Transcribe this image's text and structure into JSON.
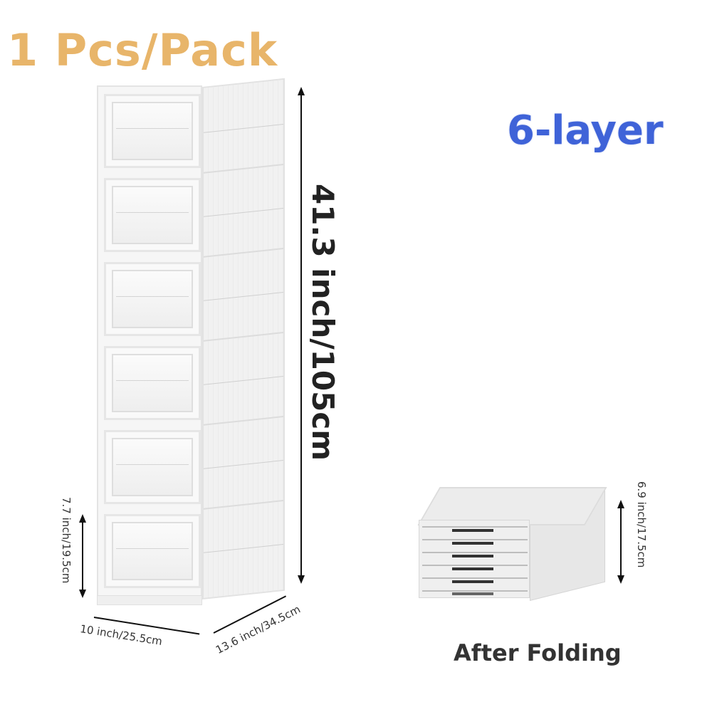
{
  "header": {
    "pack_label": "1 Pcs/Pack",
    "layer_label": "6-layer"
  },
  "colors": {
    "pack_label": "#e8b56a",
    "layer_label": "#3f63d8",
    "dimension_text": "#333333"
  },
  "product": {
    "name": "foldable shoe storage cabinet",
    "layers": 6
  },
  "dimensions": {
    "total_height": "41.3 inch/105cm",
    "layer_height": "7.7 inch/19.5cm",
    "width": "10 inch/25.5cm",
    "depth": "13.6 inch/34.5cm",
    "folded_height": "6.9 inch/17.5cm"
  },
  "folded": {
    "caption": "After Folding",
    "layers": 6
  }
}
